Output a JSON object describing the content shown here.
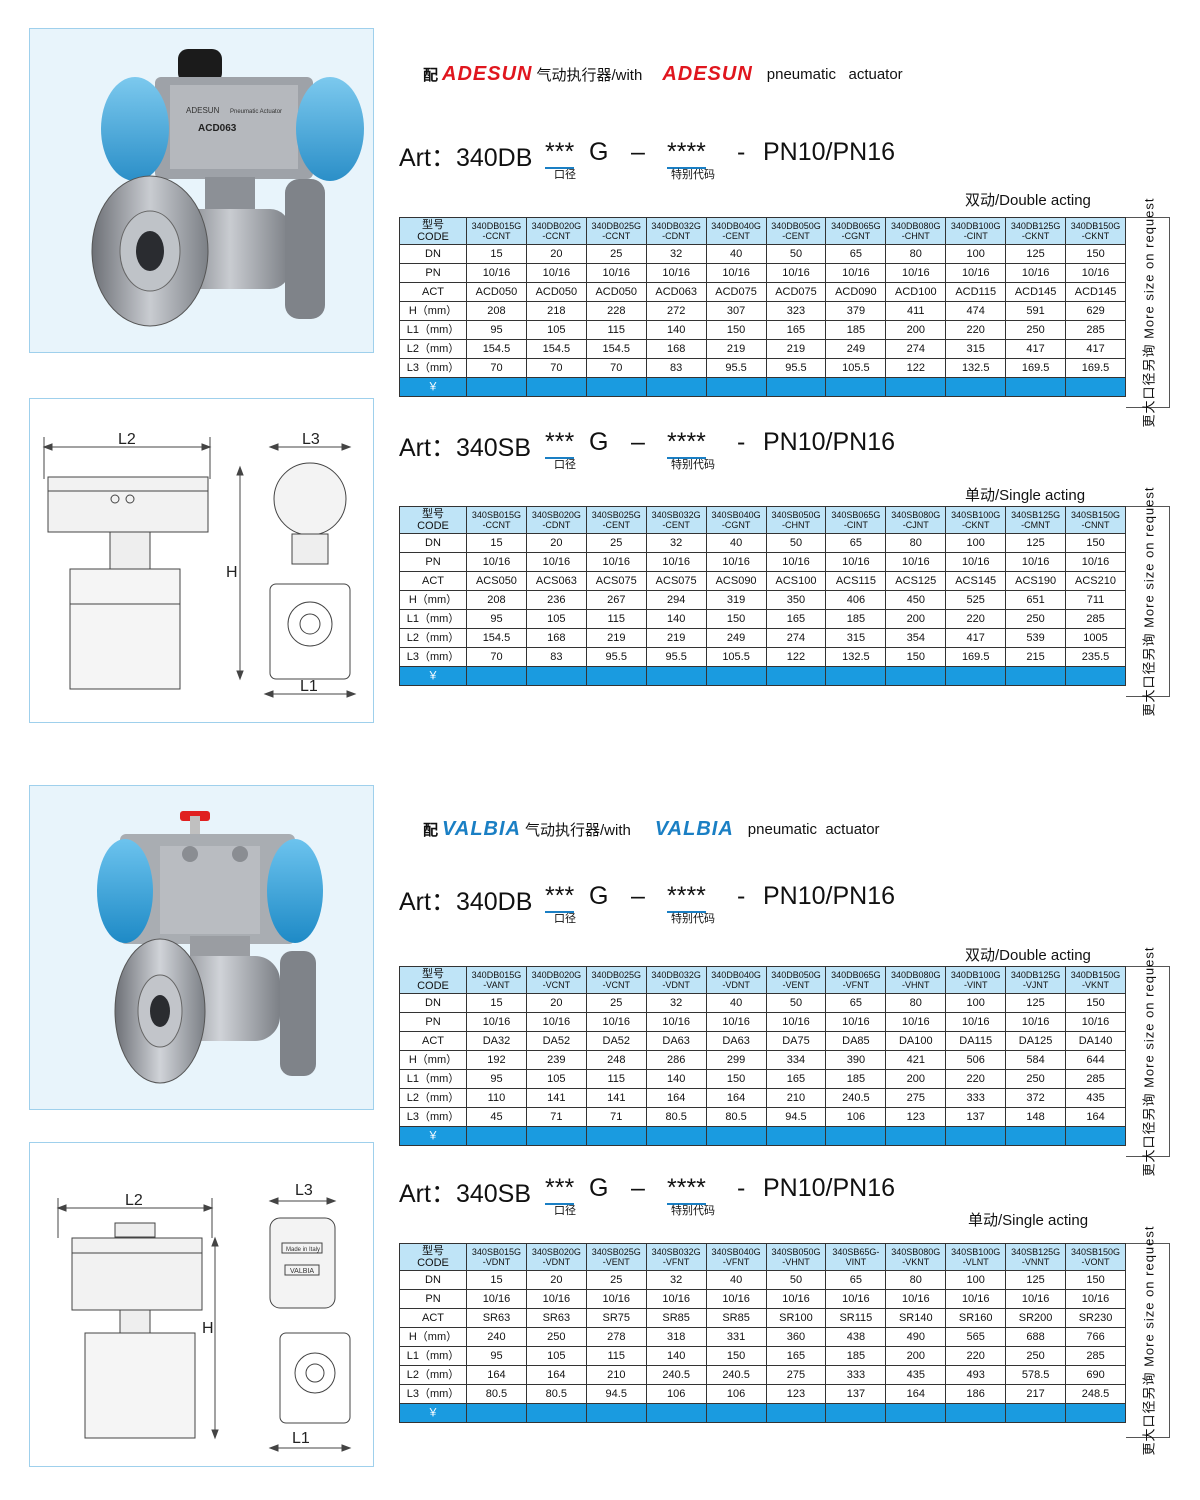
{
  "common": {
    "art_sep": "–",
    "art_stars": "****",
    "art_dash": "-",
    "art_pn": "PN10/PN16",
    "sub_bore": "口径",
    "sub_special": "特别代码",
    "side_note": "更大口径另询 More size on request",
    "price_label": "￥",
    "lbl_code1": "型号",
    "lbl_code2": "CODE",
    "lbl_dn": "DN",
    "lbl_pn": "PN",
    "lbl_act": "ACT",
    "lbl_h": "H（mm）",
    "lbl_l1": "L1（mm）",
    "lbl_l2": "L2（mm）",
    "lbl_l3": "L3（mm）",
    "dim_l2": "L2",
    "dim_l3": "L3",
    "dim_h": "H",
    "dim_l1": "L1"
  },
  "adesun": {
    "brand_pre": "配",
    "logo": "ADESUN",
    "zh_text": "气动执行器/with",
    "en_text": "pneumatic   actuator",
    "photo_label": "ACD063",
    "photo_brand": "ADESUN",
    "photo_sub": "Pneumatic Actuator",
    "db": {
      "art_prefix": "Art：340DB",
      "art_stars": "***",
      "art_suffix": "G",
      "acting": "双动/Double acting",
      "code1": [
        "340DB015G",
        "340DB020G",
        "340DB025G",
        "340DB032G",
        "340DB040G",
        "340DB050G",
        "340DB065G",
        "340DB080G",
        "340DB100G",
        "340DB125G",
        "340DB150G"
      ],
      "code2": [
        "-CCNT",
        "-CCNT",
        "-CCNT",
        "-CDNT",
        "-CENT",
        "-CENT",
        "-CGNT",
        "-CHNT",
        "-CINT",
        "-CKNT",
        "-CKNT"
      ],
      "dn": [
        "15",
        "20",
        "25",
        "32",
        "40",
        "50",
        "65",
        "80",
        "100",
        "125",
        "150"
      ],
      "pn": [
        "10/16",
        "10/16",
        "10/16",
        "10/16",
        "10/16",
        "10/16",
        "10/16",
        "10/16",
        "10/16",
        "10/16",
        "10/16"
      ],
      "act": [
        "ACD050",
        "ACD050",
        "ACD050",
        "ACD063",
        "ACD075",
        "ACD075",
        "ACD090",
        "ACD100",
        "ACD115",
        "ACD145",
        "ACD145"
      ],
      "h": [
        "208",
        "218",
        "228",
        "272",
        "307",
        "323",
        "379",
        "411",
        "474",
        "591",
        "629"
      ],
      "l1": [
        "95",
        "105",
        "115",
        "140",
        "150",
        "165",
        "185",
        "200",
        "220",
        "250",
        "285"
      ],
      "l2": [
        "154.5",
        "154.5",
        "154.5",
        "168",
        "219",
        "219",
        "249",
        "274",
        "315",
        "417",
        "417"
      ],
      "l3": [
        "70",
        "70",
        "70",
        "83",
        "95.5",
        "95.5",
        "105.5",
        "122",
        "132.5",
        "169.5",
        "169.5"
      ]
    },
    "sb": {
      "art_prefix": "Art：340SB",
      "art_stars": "***",
      "art_suffix": "G",
      "acting": "单动/Single acting",
      "code1": [
        "340SB015G",
        "340SB020G",
        "340SB025G",
        "340SB032G",
        "340SB040G",
        "340SB050G",
        "340SB065G",
        "340SB080G",
        "340SB100G",
        "340SB125G",
        "340SB150G"
      ],
      "code2": [
        "-CCNT",
        "-CDNT",
        "-CENT",
        "-CENT",
        "-CGNT",
        "-CHNT",
        "-CINT",
        "-CJNT",
        "-CKNT",
        "-CMNT",
        "-CNNT"
      ],
      "dn": [
        "15",
        "20",
        "25",
        "32",
        "40",
        "50",
        "65",
        "80",
        "100",
        "125",
        "150"
      ],
      "pn": [
        "10/16",
        "10/16",
        "10/16",
        "10/16",
        "10/16",
        "10/16",
        "10/16",
        "10/16",
        "10/16",
        "10/16",
        "10/16"
      ],
      "act": [
        "ACS050",
        "ACS063",
        "ACS075",
        "ACS075",
        "ACS090",
        "ACS100",
        "ACS115",
        "ACS125",
        "ACS145",
        "ACS190",
        "ACS210"
      ],
      "h": [
        "208",
        "236",
        "267",
        "294",
        "319",
        "350",
        "406",
        "450",
        "525",
        "651",
        "711"
      ],
      "l1": [
        "95",
        "105",
        "115",
        "140",
        "150",
        "165",
        "185",
        "200",
        "220",
        "250",
        "285"
      ],
      "l2": [
        "154.5",
        "168",
        "219",
        "219",
        "249",
        "274",
        "315",
        "354",
        "417",
        "539",
        "1005"
      ],
      "l3": [
        "70",
        "83",
        "95.5",
        "95.5",
        "105.5",
        "122",
        "132.5",
        "150",
        "169.5",
        "215",
        "235.5"
      ]
    }
  },
  "valbia": {
    "brand_pre": "配",
    "logo": "VALBIA",
    "zh_text": "气动执行器/with",
    "en_text": "pneumatic  actuator",
    "photo_made": "Made in Italy",
    "photo_brand": "VALBIA",
    "db": {
      "art_prefix": "Art：340DB",
      "art_stars": "***",
      "art_suffix": "G",
      "acting": "双动/Double acting",
      "code1": [
        "340DB015G",
        "340DB020G",
        "340DB025G",
        "340DB032G",
        "340DB040G",
        "340DB050G",
        "340DB065G",
        "340DB080G",
        "340DB100G",
        "340DB125G",
        "340DB150G"
      ],
      "code2": [
        "-VANT",
        "-VCNT",
        "-VCNT",
        "-VDNT",
        "-VDNT",
        "-VENT",
        "-VFNT",
        "-VHNT",
        "-VINT",
        "-VJNT",
        "-VKNT"
      ],
      "dn": [
        "15",
        "20",
        "25",
        "32",
        "40",
        "50",
        "65",
        "80",
        "100",
        "125",
        "150"
      ],
      "pn": [
        "10/16",
        "10/16",
        "10/16",
        "10/16",
        "10/16",
        "10/16",
        "10/16",
        "10/16",
        "10/16",
        "10/16",
        "10/16"
      ],
      "act": [
        "DA32",
        "DA52",
        "DA52",
        "DA63",
        "DA63",
        "DA75",
        "DA85",
        "DA100",
        "DA115",
        "DA125",
        "DA140"
      ],
      "h": [
        "192",
        "239",
        "248",
        "286",
        "299",
        "334",
        "390",
        "421",
        "506",
        "584",
        "644"
      ],
      "l1": [
        "95",
        "105",
        "115",
        "140",
        "150",
        "165",
        "185",
        "200",
        "220",
        "250",
        "285"
      ],
      "l2": [
        "110",
        "141",
        "141",
        "164",
        "164",
        "210",
        "240.5",
        "275",
        "333",
        "372",
        "435"
      ],
      "l3": [
        "45",
        "71",
        "71",
        "80.5",
        "80.5",
        "94.5",
        "106",
        "123",
        "137",
        "148",
        "164"
      ]
    },
    "sb": {
      "art_prefix": "Art：340SB",
      "art_stars": "***",
      "art_suffix": "G",
      "acting": "单动/Single acting",
      "code1": [
        "340SB015G",
        "340SB020G",
        "340SB025G",
        "340SB032G",
        "340SB040G",
        "340SB050G",
        "340SB65G-",
        "340SB080G",
        "340SB100G",
        "340SB125G",
        "340SB150G"
      ],
      "code2": [
        "-VDNT",
        "-VDNT",
        "-VENT",
        "-VFNT",
        "-VFNT",
        "-VHNT",
        "VINT",
        "-VKNT",
        "-VLNT",
        "-VNNT",
        "-VONT"
      ],
      "dn": [
        "15",
        "20",
        "25",
        "32",
        "40",
        "50",
        "65",
        "80",
        "100",
        "125",
        "150"
      ],
      "pn": [
        "10/16",
        "10/16",
        "10/16",
        "10/16",
        "10/16",
        "10/16",
        "10/16",
        "10/16",
        "10/16",
        "10/16",
        "10/16"
      ],
      "act": [
        "SR63",
        "SR63",
        "SR75",
        "SR85",
        "SR85",
        "SR100",
        "SR115",
        "SR140",
        "SR160",
        "SR200",
        "SR230"
      ],
      "h": [
        "240",
        "250",
        "278",
        "318",
        "331",
        "360",
        "438",
        "490",
        "565",
        "688",
        "766"
      ],
      "l1": [
        "95",
        "105",
        "115",
        "140",
        "150",
        "165",
        "185",
        "200",
        "220",
        "250",
        "285"
      ],
      "l2": [
        "164",
        "164",
        "210",
        "240.5",
        "240.5",
        "275",
        "333",
        "435",
        "493",
        "578.5",
        "690"
      ],
      "l3": [
        "80.5",
        "80.5",
        "94.5",
        "106",
        "106",
        "123",
        "137",
        "164",
        "186",
        "217",
        "248.5"
      ]
    }
  }
}
